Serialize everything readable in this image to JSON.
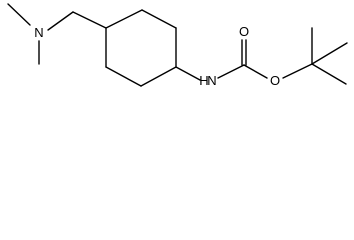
{
  "molecule": {
    "atom_labels": {
      "dimethylamino_nitrogen": "N",
      "carbamate_nitrogen": "N",
      "carbamate_hydrogen": "H",
      "carbonyl_oxygen": "O",
      "ester_oxygen": "O"
    },
    "colors": {
      "bond": "#000000",
      "label": "#000000",
      "background": "#ffffff"
    }
  }
}
